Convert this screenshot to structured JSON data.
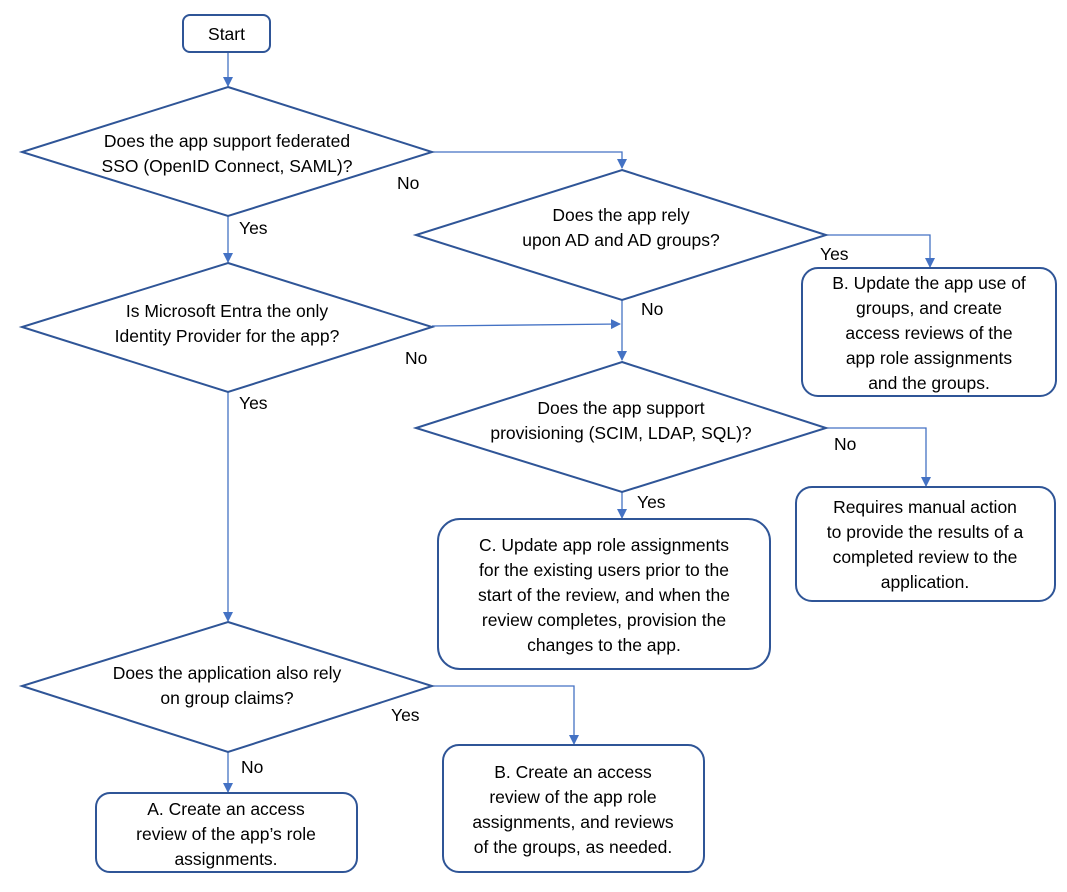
{
  "start": {
    "label": "Start"
  },
  "decisions": {
    "federated_sso": {
      "lines": [
        "Does the app support federated",
        "SSO (OpenID Connect, SAML)?"
      ]
    },
    "ad_groups": {
      "lines": [
        "Does the app rely",
        "upon AD and AD groups?"
      ]
    },
    "entra_only": {
      "lines": [
        "Is Microsoft Entra the only",
        "Identity Provider for the app?"
      ]
    },
    "provisioning": {
      "lines": [
        "Does the app support",
        "provisioning (SCIM, LDAP, SQL)?"
      ]
    },
    "group_claims": {
      "lines": [
        "Does the application also rely",
        "on group claims?"
      ]
    }
  },
  "outcomes": {
    "b_update_groups": {
      "lines": [
        "B. Update the app use of",
        "groups, and create",
        "access reviews of the",
        "app role assignments",
        "and the groups."
      ]
    },
    "manual_action": {
      "lines": [
        "Requires manual action",
        "to provide the results of a",
        "completed review to the",
        "application."
      ]
    },
    "c_update_assignments": {
      "lines": [
        "C. Update app role assignments",
        "for the existing users prior to the",
        "start of the review, and when the",
        "review completes, provision the",
        "changes to the app."
      ]
    },
    "a_access_review": {
      "lines": [
        "A. Create an access",
        "review of the app’s role",
        "assignments."
      ]
    },
    "b_access_review": {
      "lines": [
        "B. Create an access",
        "review of the app role",
        "assignments, and reviews",
        "of the groups, as needed."
      ]
    }
  },
  "edge_labels": {
    "sso_no": "No",
    "sso_yes": "Yes",
    "ad_yes": "Yes",
    "ad_no": "No",
    "entra_no": "No",
    "entra_yes": "Yes",
    "prov_no": "No",
    "prov_yes": "Yes",
    "claims_yes": "Yes",
    "claims_no": "No"
  },
  "colors": {
    "shape_border": "#2f5597",
    "connector": "#4472c4",
    "text": "#000000",
    "background": "#ffffff"
  }
}
